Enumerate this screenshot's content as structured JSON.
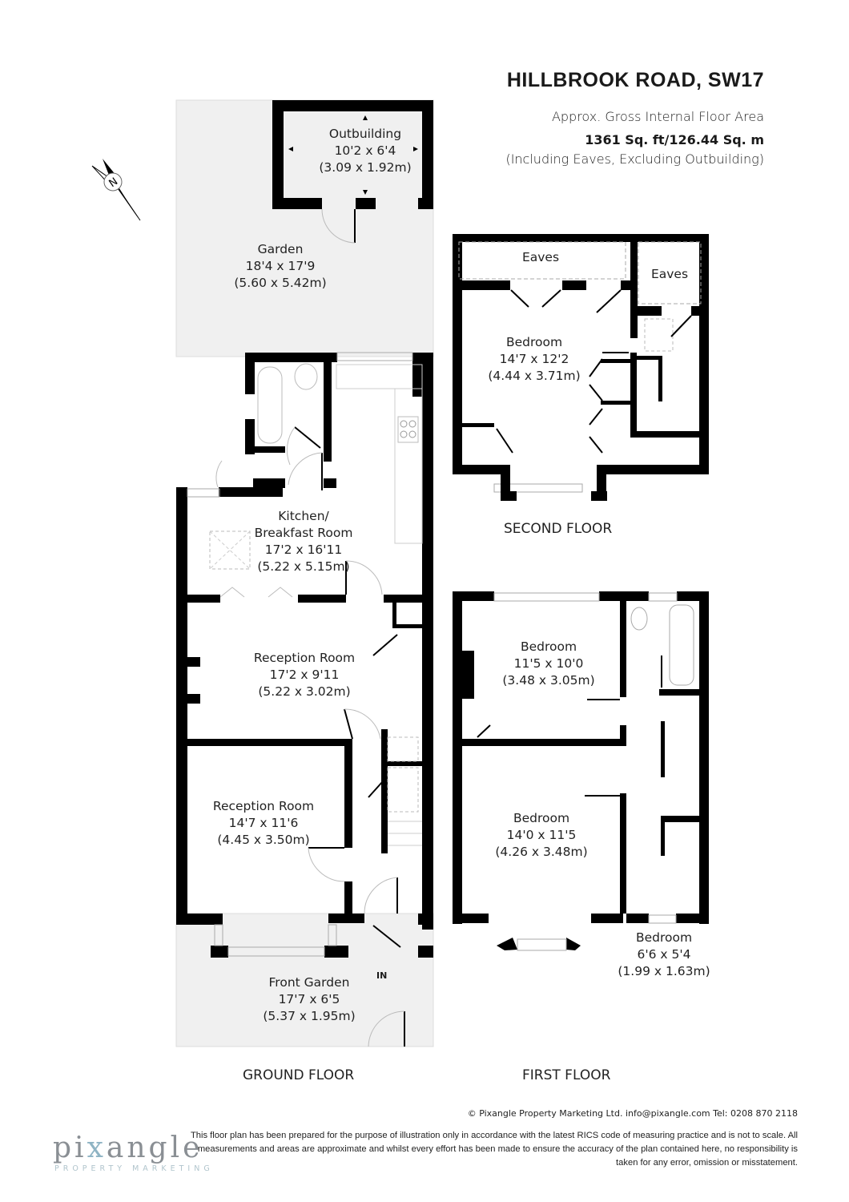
{
  "header": {
    "title": "HILLBROOK ROAD, SW17",
    "subtitle": "Approx. Gross Internal Floor Area",
    "area": "1361 Sq. ft/126.44 Sq. m",
    "note": "(Including Eaves, Excluding Outbuilding)"
  },
  "compass": {
    "label": "N",
    "icon": "north-arrow-icon"
  },
  "ground_floor": {
    "label": "GROUND FLOOR",
    "rooms": [
      {
        "name": "Outbuilding",
        "imperial": "10'2 x 6'4",
        "metric": "(3.09 x 1.92m)"
      },
      {
        "name": "Garden",
        "imperial": "18'4 x 17'9",
        "metric": "(5.60 x 5.42m)"
      },
      {
        "name": "Kitchen/",
        "name2": "Breakfast Room",
        "imperial": "17'2 x 16'11",
        "metric": "(5.22 x 5.15m)"
      },
      {
        "name": "Reception Room",
        "imperial": "17'2 x 9'11",
        "metric": "(5.22 x 3.02m)"
      },
      {
        "name": "Reception Room",
        "imperial": "14'7 x 11'6",
        "metric": "(4.45 x 3.50m)"
      },
      {
        "name": "Front Garden",
        "imperial": "17'7 x 6'5",
        "metric": "(5.37 x 1.95m)"
      }
    ],
    "entrance": "IN"
  },
  "first_floor": {
    "label": "FIRST FLOOR",
    "rooms": [
      {
        "name": "Bedroom",
        "imperial": "11'5 x 10'0",
        "metric": "(3.48 x 3.05m)"
      },
      {
        "name": "Bedroom",
        "imperial": "14'0 x 11'5",
        "metric": "(4.26 x 3.48m)"
      },
      {
        "name": "Bedroom",
        "imperial": "6'6 x 5'4",
        "metric": "(1.99 x 1.63m)"
      }
    ]
  },
  "second_floor": {
    "label": "SECOND FLOOR",
    "rooms": [
      {
        "name": "Eaves"
      },
      {
        "name": "Eaves"
      },
      {
        "name": "Bedroom",
        "imperial": "14'7 x 12'2",
        "metric": "(4.44 x 3.71m)"
      }
    ]
  },
  "footer": {
    "copyright": "© Pixangle Property Marketing Ltd. info@pixangle.com Tel: 0208 870 2118",
    "disclaimer": "This floor plan has been prepared for the purpose of illustration only in accordance with the latest RICS code of measuring practice and is not to scale. All measurements and areas are approximate and whilst every effort has been made to ensure the accuracy of the plan contained here, no responsibility is taken for any error, omission or misstatement.",
    "logo_pre": "pi",
    "logo_x": "x",
    "logo_post": "angle",
    "logo_sub": "PROPERTY MARKETING"
  },
  "colors": {
    "wall": "#000000",
    "garden": "#f0f0f0",
    "text": "#1a1a1a",
    "logo": "#8a8f94",
    "logo_accent": "#8fb4c4"
  }
}
